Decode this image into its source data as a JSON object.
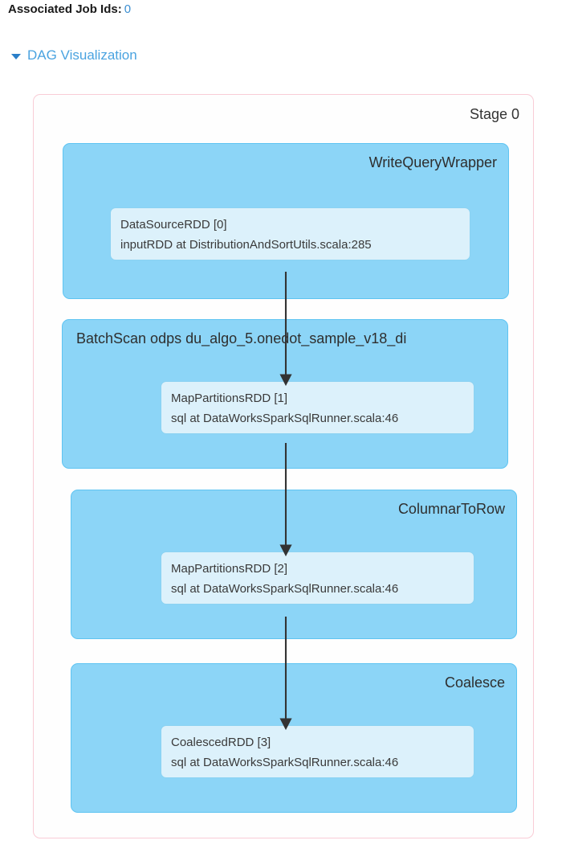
{
  "header": {
    "associated_job_ids_label": "Associated Job Ids:",
    "associated_job_ids_value": "0",
    "dag_section_title": "DAG Visualization",
    "caret_icon": "caret-down-icon"
  },
  "stage": {
    "label": "Stage 0",
    "border_color": "#f9ccd6"
  },
  "colors": {
    "operator_fill": "#8cd5f7",
    "operator_border": "#5ec4f2",
    "rdd_fill": "#dcf1fb",
    "rdd_border": "#8bd2f2",
    "arrow": "#333333",
    "link_blue": "#4aa3e0",
    "value_blue": "#3d8fd1"
  },
  "operators": [
    {
      "title": "WriteQueryWrapper",
      "title_align": "right",
      "rdd": {
        "name": "DataSourceRDD [0]",
        "callsite": "inputRDD at DistributionAndSortUtils.scala:285"
      }
    },
    {
      "title": "BatchScan odps du_algo_5.onedot_sample_v18_di",
      "title_align": "left",
      "rdd": {
        "name": "MapPartitionsRDD [1]",
        "callsite": "sql at DataWorksSparkSqlRunner.scala:46"
      }
    },
    {
      "title": "ColumnarToRow",
      "title_align": "right",
      "rdd": {
        "name": "MapPartitionsRDD [2]",
        "callsite": "sql at DataWorksSparkSqlRunner.scala:46"
      }
    },
    {
      "title": "Coalesce",
      "title_align": "right",
      "rdd": {
        "name": "CoalescedRDD [3]",
        "callsite": "sql at DataWorksSparkSqlRunner.scala:46"
      }
    }
  ]
}
